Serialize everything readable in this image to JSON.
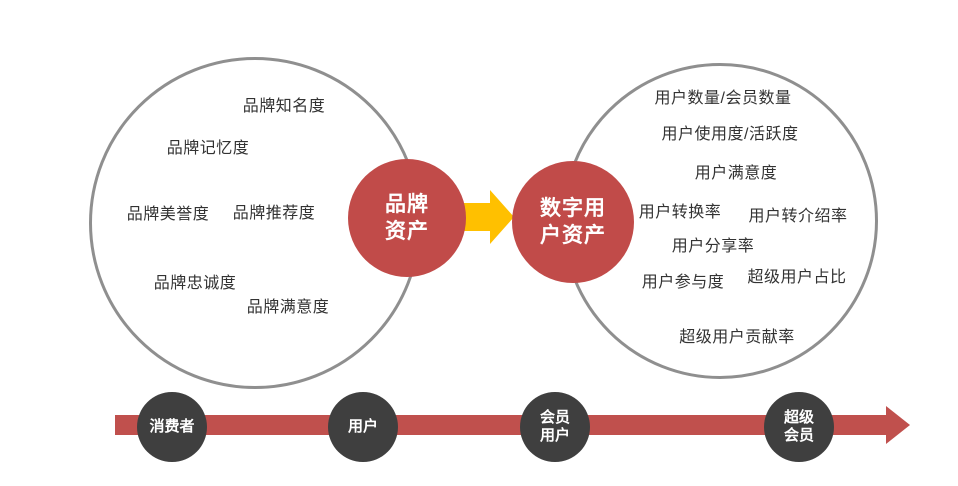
{
  "colors": {
    "accent_red": "#C0504D",
    "hub_red": "#C14B49",
    "timeline_dark": "#3F3F3F",
    "arrow_yellow": "#FFC000",
    "circle_outline_gray": "#8F8F8F",
    "label_text": "#333333",
    "hub_text": "#FFFFFF"
  },
  "brand_circle": {
    "hub_label": "品牌\n资产",
    "items": [
      "品牌知名度",
      "品牌记忆度",
      "品牌美誉度",
      "品牌推荐度",
      "品牌忠诚度",
      "品牌满意度"
    ]
  },
  "user_circle": {
    "hub_label": "数字用\n户资产",
    "items": [
      "用户数量/会员数量",
      "用户使用度/活跃度",
      "用户满意度",
      "用户转换率",
      "用户转介绍率",
      "用户分享率",
      "用户参与度",
      "超级用户占比",
      "超级用户贡献率"
    ]
  },
  "timeline": {
    "stages": [
      {
        "label": "消费者"
      },
      {
        "label": "用户"
      },
      {
        "label": "会员\n用户"
      },
      {
        "label": "超级\n会员"
      }
    ]
  }
}
